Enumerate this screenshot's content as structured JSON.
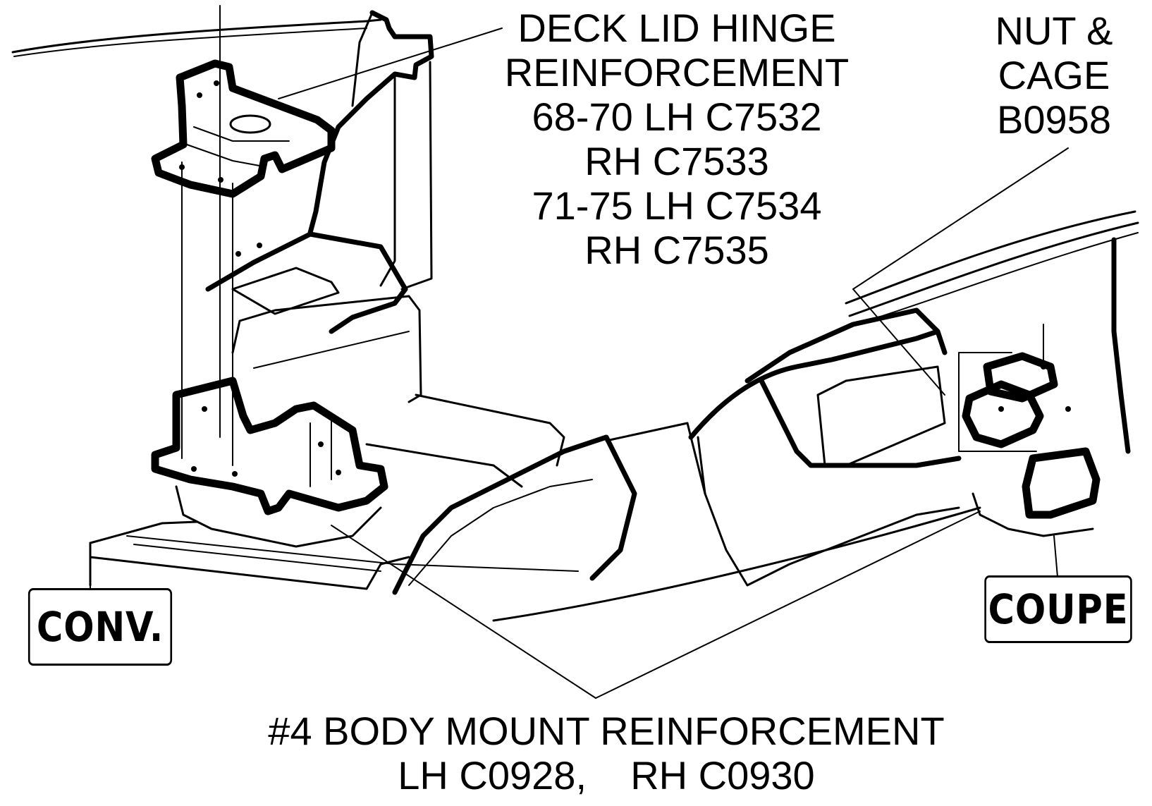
{
  "callouts": {
    "deck_lid_hinge": {
      "line1": "DECK LID HINGE",
      "line2": "REINFORCEMENT",
      "line3": "68-70 LH C7532",
      "line4": "RH C7533",
      "line5": "71-75 LH C7534",
      "line6": "RH C7535"
    },
    "nut_cage": {
      "line1": "NUT &",
      "line2": "CAGE",
      "line3": "B0958"
    },
    "body_mount": {
      "line1": "#4 BODY MOUNT REINFORCEMENT",
      "line2": "LH C0928,    RH C0930"
    }
  },
  "tags": {
    "conv": "CONV.",
    "coupe": "COUPE"
  }
}
